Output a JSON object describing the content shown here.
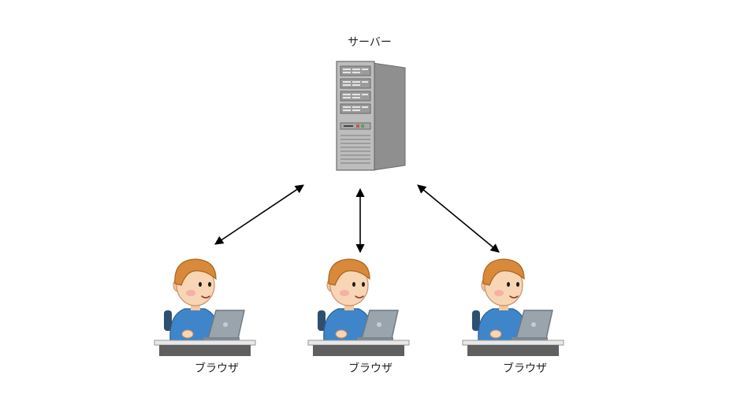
{
  "server": {
    "label": "サーバー",
    "icon": "server-tower-icon"
  },
  "clients": [
    {
      "label": "ブラウザ",
      "icon": "person-laptop-icon"
    },
    {
      "label": "ブラウザ",
      "icon": "person-laptop-icon"
    },
    {
      "label": "ブラウザ",
      "icon": "person-laptop-icon"
    }
  ],
  "connections": [
    {
      "from": "server",
      "to": "client-0",
      "type": "bidirectional"
    },
    {
      "from": "server",
      "to": "client-1",
      "type": "bidirectional"
    },
    {
      "from": "server",
      "to": "client-2",
      "type": "bidirectional"
    }
  ],
  "colors": {
    "background": "#ffffff",
    "arrow": "#000000",
    "server_body": "#b9b9b9",
    "server_side": "#8f8f8f",
    "hair": "#d8893a",
    "skin": "#f8d5b4",
    "shirt": "#3e86c9",
    "laptop": "#9aa4ad",
    "desk": "#5f5f5f"
  }
}
